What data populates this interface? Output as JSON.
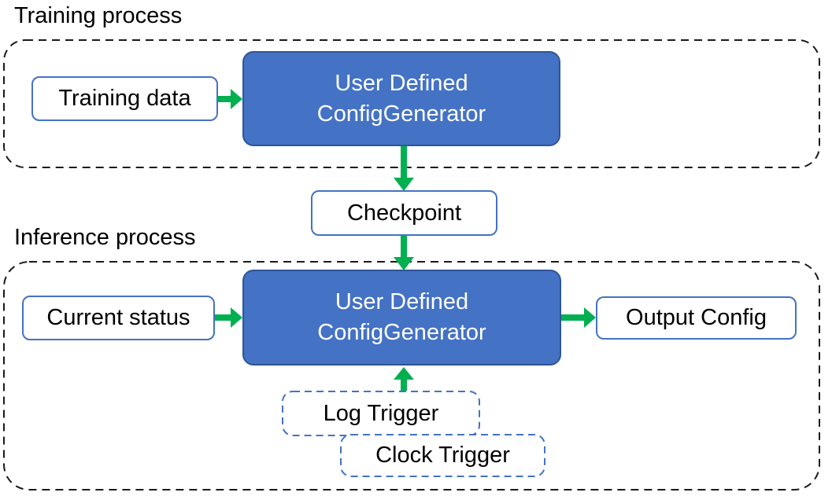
{
  "colors": {
    "generator_fill": "#4472C4",
    "generator_border": "#2F5597",
    "io_box_border": "#4472C4",
    "trigger_border": "#4472C4",
    "arrow_green": "#00B050",
    "container_dash": "#1a1a1a",
    "text_dark": "#000000",
    "text_light": "#FFFFFF"
  },
  "training": {
    "title": "Training process",
    "input_label": "Training data",
    "generator": {
      "line1": "User Defined",
      "line2": "ConfigGenerator"
    }
  },
  "checkpoint": {
    "label": "Checkpoint"
  },
  "inference": {
    "title": "Inference process",
    "input_label": "Current status",
    "generator": {
      "line1": "User Defined",
      "line2": "ConfigGenerator"
    },
    "output_label": "Output Config",
    "log_trigger_label": "Log Trigger",
    "clock_trigger_label": "Clock Trigger"
  }
}
